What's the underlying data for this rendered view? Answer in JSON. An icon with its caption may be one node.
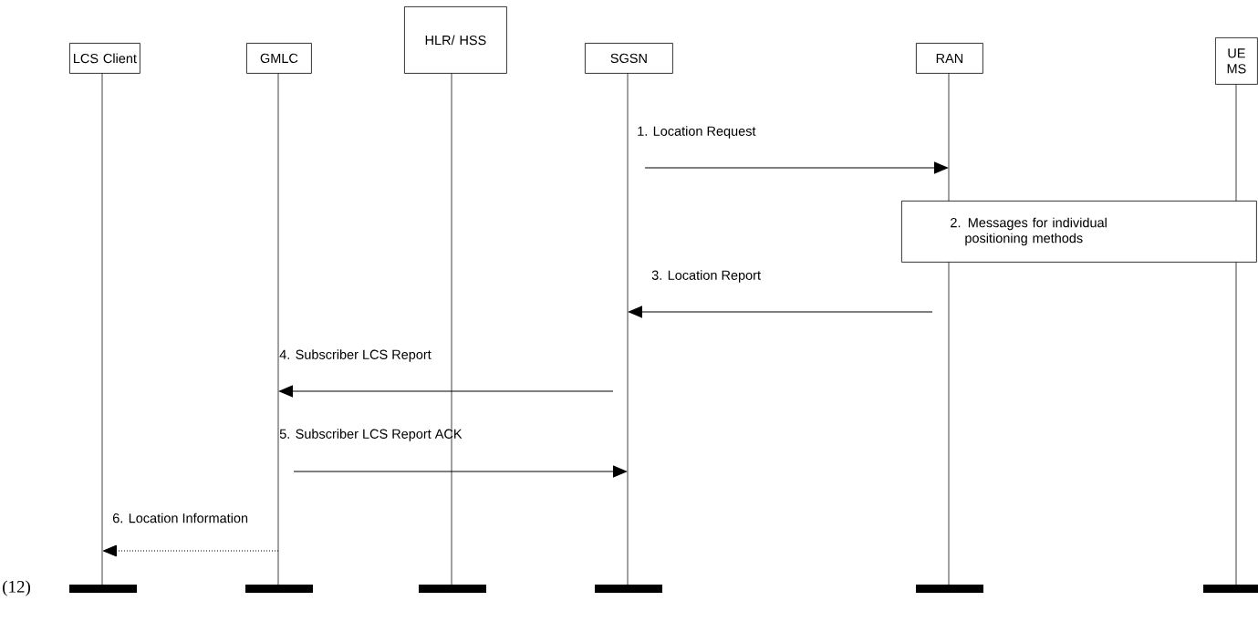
{
  "diagram": {
    "nodes": [
      {
        "text": [
          "LCS Client"
        ]
      },
      {
        "text": [
          "GMLC"
        ]
      },
      {
        "text": [
          "HLR/ HSS"
        ]
      },
      {
        "text": [
          "SGSN"
        ]
      },
      {
        "text": [
          "RAN"
        ]
      },
      {
        "text": [
          "UE MS"
        ]
      },
      {
        "text": [
          "2. Messages for individual positioning methods"
        ]
      }
    ],
    "edges": [
      {
        "from": 3,
        "to": 4,
        "arrow": "to",
        "label": "1. Location Request"
      },
      {
        "from": 4,
        "to": 3,
        "arrow": "to",
        "label": "3. Location Report"
      },
      {
        "from": 3,
        "to": 1,
        "arrow": "to",
        "label": "4. Subscriber LCS Report"
      },
      {
        "from": 1,
        "to": 3,
        "arrow": "to",
        "label": "5. Subscriber LCS Report ACK"
      },
      {
        "from": 1,
        "to": 0,
        "arrow": "to",
        "label": "6. Location Information",
        "style": "dashed"
      }
    ],
    "labels": [
      "(12)"
    ]
  }
}
